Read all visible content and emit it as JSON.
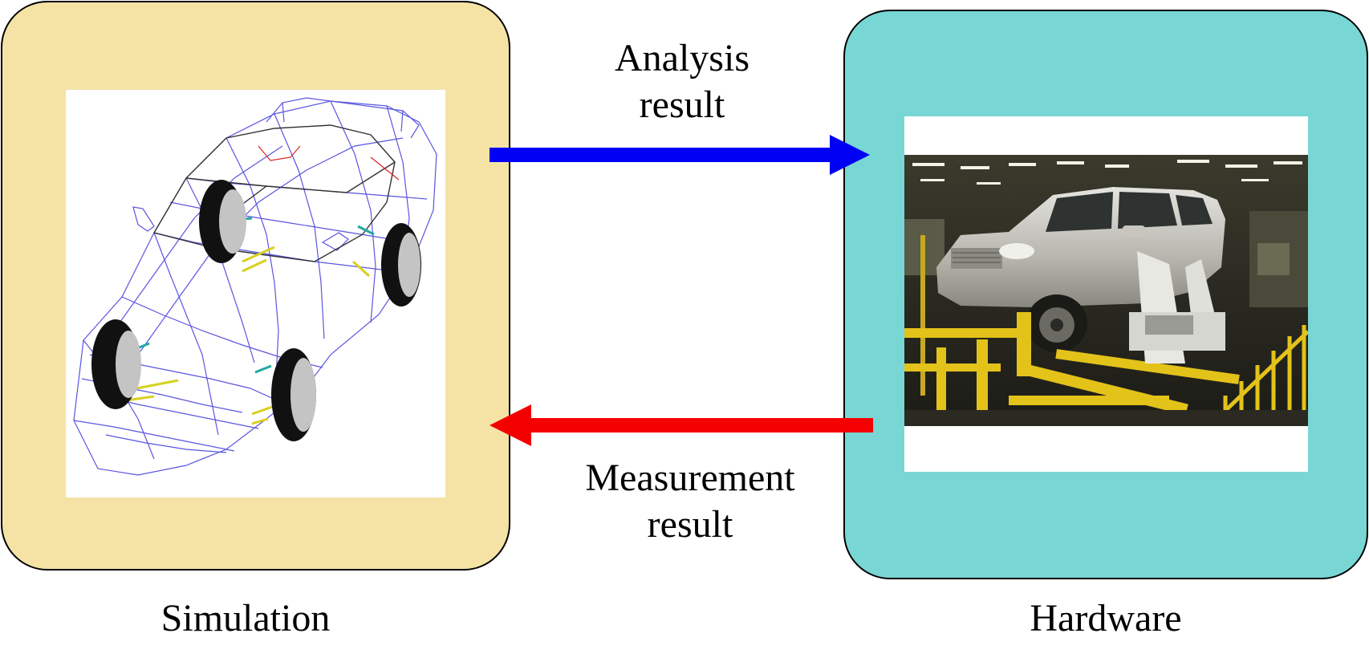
{
  "colors": {
    "simulation_panel": "#f5e3a6",
    "hardware_panel": "#78d7d4",
    "analysis_arrow": "#0000f5",
    "measurement_arrow": "#f50000",
    "wireframe": "#5a55e0",
    "tire": "#111111",
    "rim": "#c4c4c4"
  },
  "top_arrow": {
    "line1": "Analysis",
    "line2": "result",
    "direction": "simulation-to-hardware"
  },
  "bottom_arrow": {
    "line1": "Measurement",
    "line2": "result",
    "direction": "hardware-to-simulation"
  },
  "simulation": {
    "title": "Simulation",
    "image": "wireframe-car-model"
  },
  "hardware": {
    "title": "Hardware",
    "image": "suv-on-test-rig-photo"
  }
}
